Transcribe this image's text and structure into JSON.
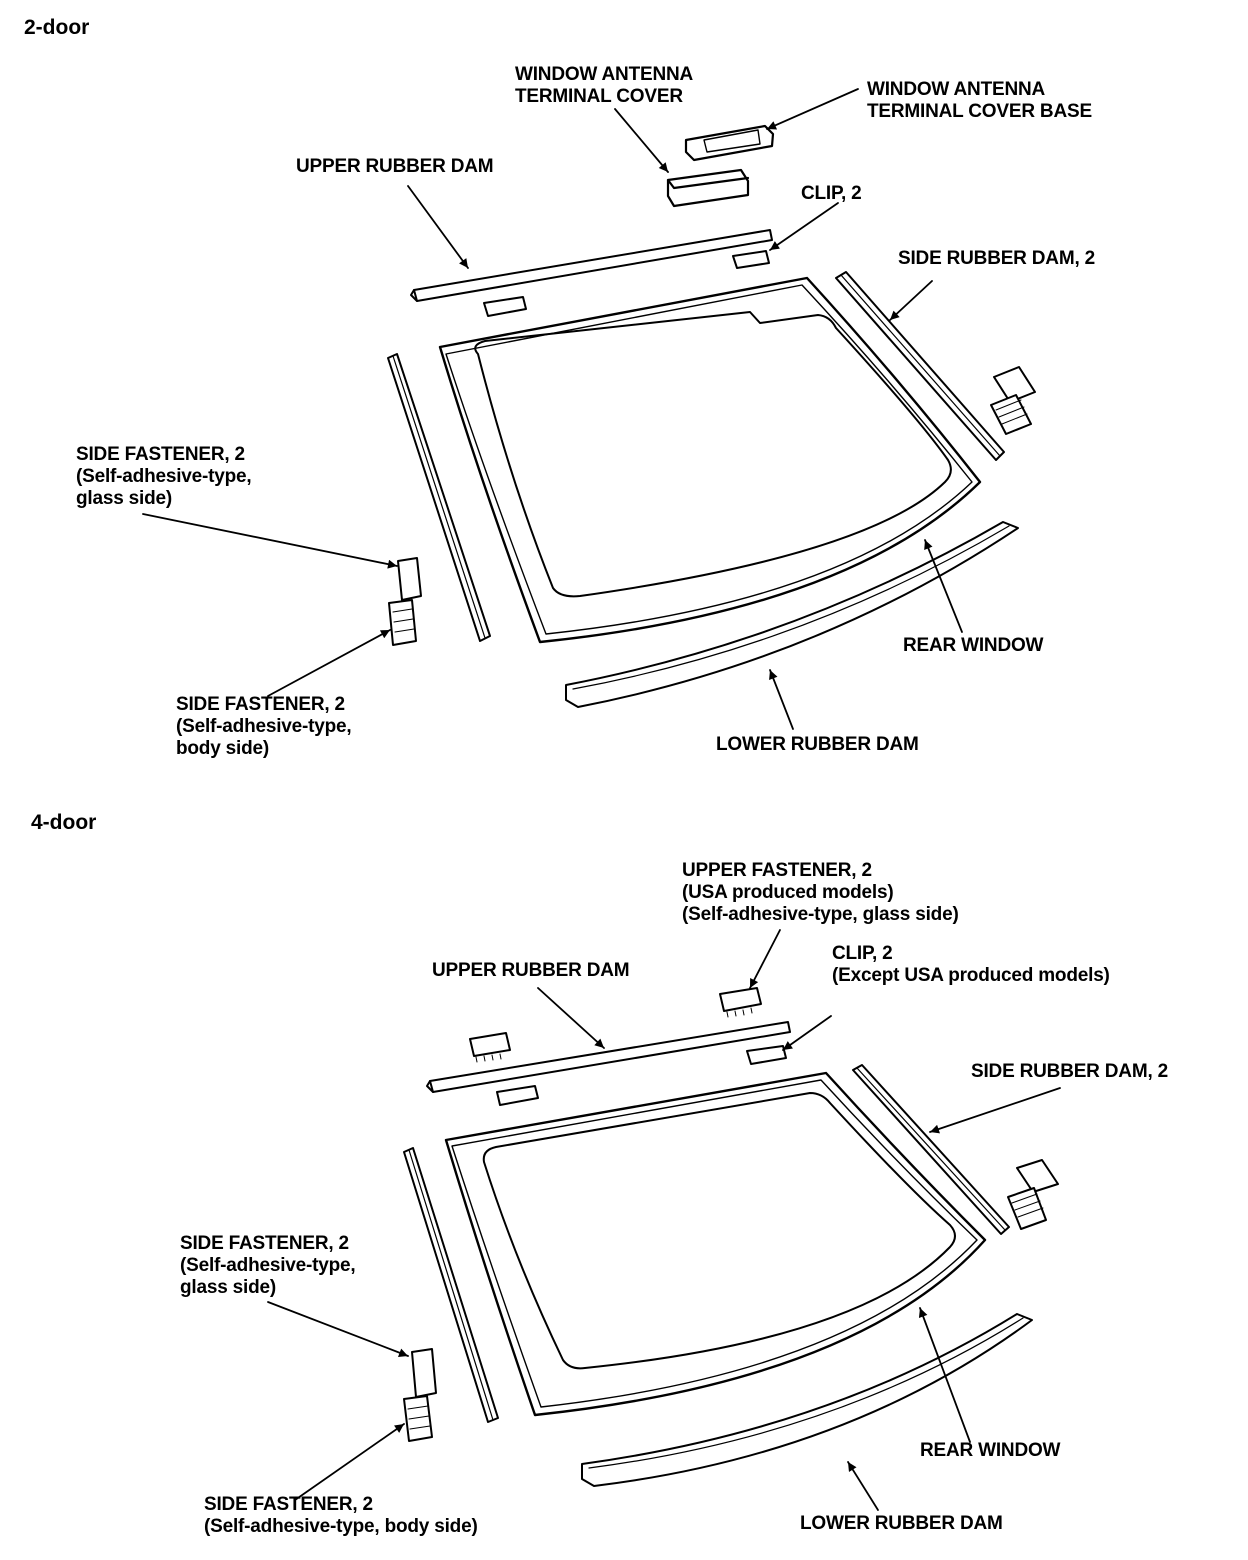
{
  "sections": {
    "two_door": {
      "title": "2-door",
      "labels": {
        "antenna_cover": [
          "WINDOW ANTENNA",
          "TERMINAL COVER"
        ],
        "antenna_cover_base": [
          "WINDOW ANTENNA",
          "TERMINAL COVER BASE"
        ],
        "upper_rubber_dam": [
          "UPPER RUBBER DAM"
        ],
        "clip": [
          "CLIP, 2"
        ],
        "side_rubber_dam": [
          "SIDE RUBBER DAM, 2"
        ],
        "side_fastener_glass": [
          "SIDE FASTENER, 2",
          "(Self-adhesive-type,",
          "glass side)"
        ],
        "side_fastener_body": [
          "SIDE FASTENER, 2",
          "(Self-adhesive-type,",
          "body side)"
        ],
        "rear_window": [
          "REAR WINDOW"
        ],
        "lower_rubber_dam": [
          "LOWER RUBBER DAM"
        ]
      }
    },
    "four_door": {
      "title": "4-door",
      "labels": {
        "upper_fastener": [
          "UPPER FASTENER, 2",
          "(USA produced models)",
          "(Self-adhesive-type, glass side)"
        ],
        "clip": [
          "CLIP, 2",
          "(Except USA produced models)"
        ],
        "upper_rubber_dam": [
          "UPPER RUBBER DAM"
        ],
        "side_rubber_dam": [
          "SIDE RUBBER DAM, 2"
        ],
        "side_fastener_glass": [
          "SIDE FASTENER, 2",
          "(Self-adhesive-type,",
          "glass side)"
        ],
        "side_fastener_body": [
          "SIDE FASTENER, 2",
          "(Self-adhesive-type, body side)"
        ],
        "rear_window": [
          "REAR WINDOW"
        ],
        "lower_rubber_dam": [
          "LOWER RUBBER DAM"
        ]
      }
    }
  }
}
